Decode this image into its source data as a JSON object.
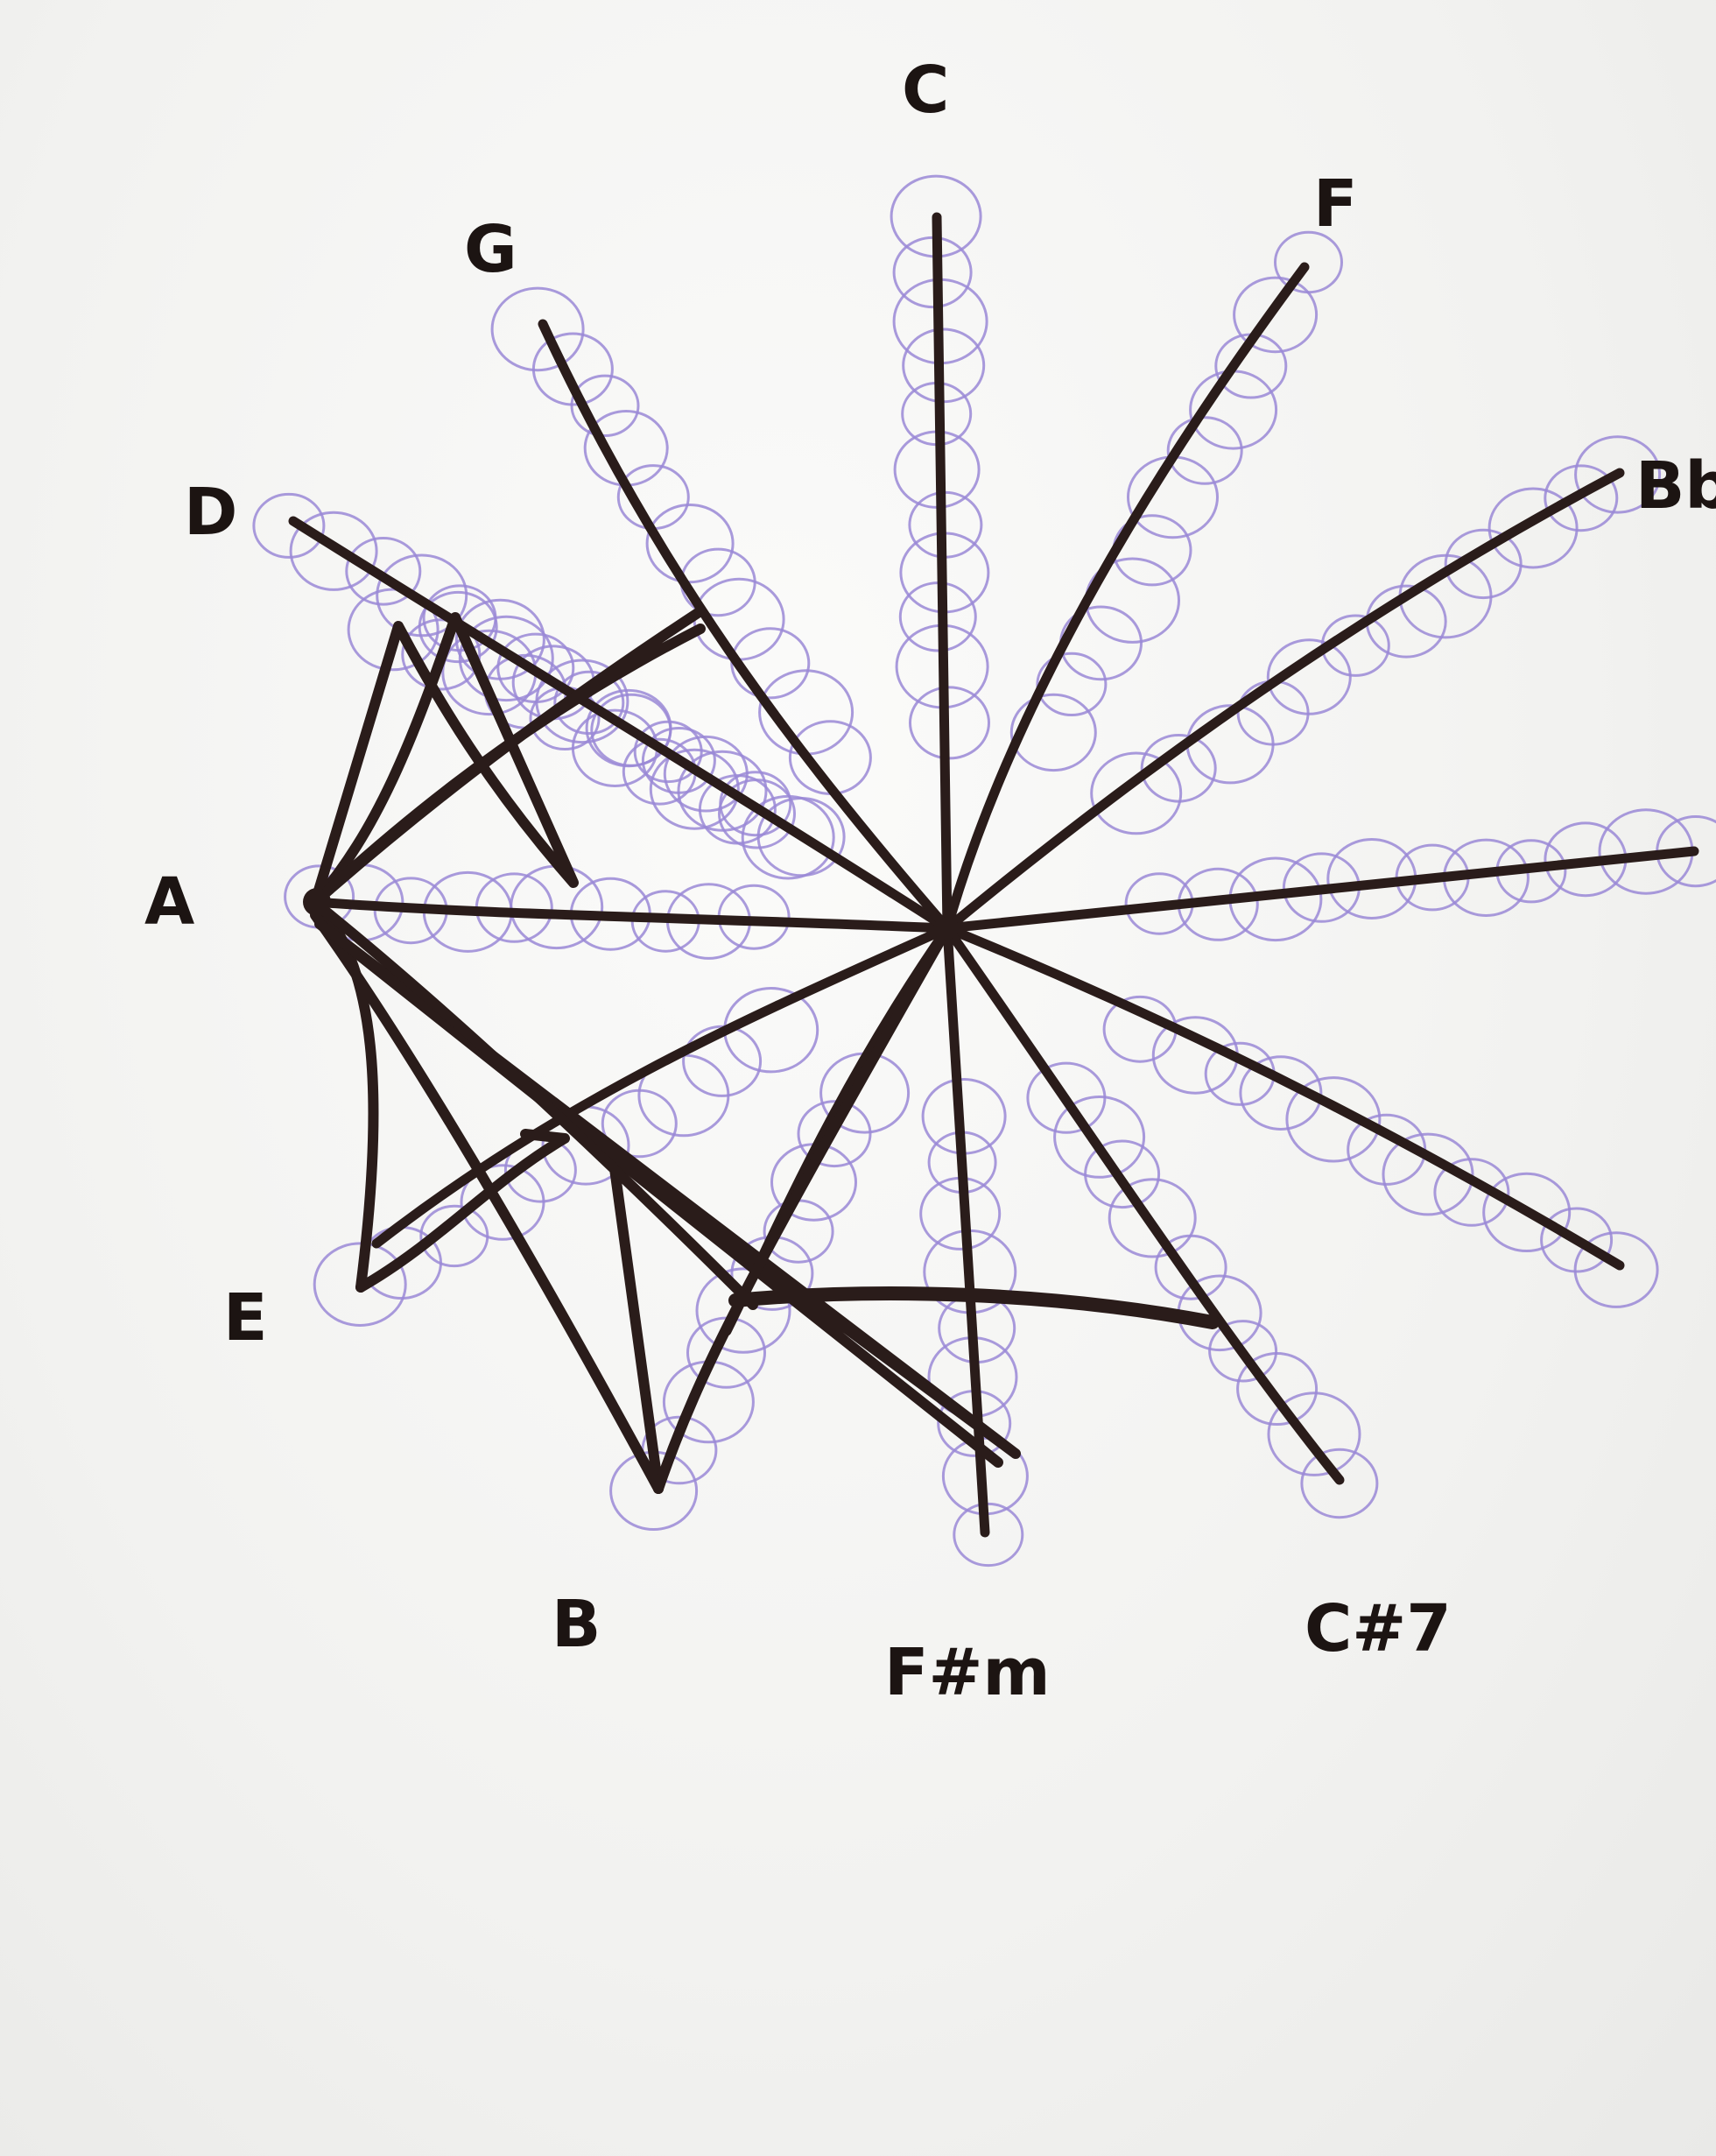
{
  "labels": {
    "C": "C",
    "F": "F",
    "G": "G",
    "Bb": "Bb",
    "D": "D",
    "A": "A",
    "E": "E",
    "B": "B",
    "Fsharp_m": "F#m",
    "Csharp7": "C#7"
  },
  "colors": {
    "ink": "#2a1c1a",
    "pencil": "#9a88d6",
    "paper": "#f3f3f1"
  }
}
